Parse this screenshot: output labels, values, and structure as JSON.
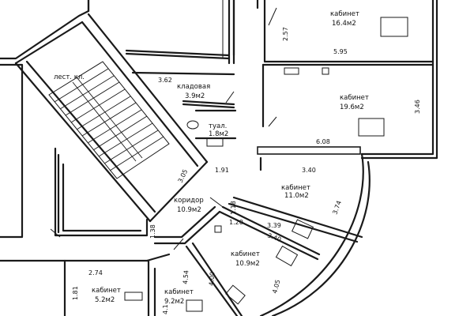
{
  "rooms": {
    "office_top": {
      "name": "кабинет",
      "area": "16.4м2"
    },
    "office_right": {
      "name": "кабинет",
      "area": "19.6м2"
    },
    "pantry": {
      "name": "кладовая",
      "area": "3.9м2"
    },
    "toilet": {
      "name": "туал.",
      "area": "1.8м2"
    },
    "stair": {
      "name": "лест. кл."
    },
    "office_mid": {
      "name": "кабинет",
      "area": "11.0м2"
    },
    "corridor": {
      "name": "коридор",
      "area": "10.9м2"
    },
    "office_lower": {
      "name": "кабинет",
      "area": "10.9м2"
    },
    "office_left": {
      "name": "кабинет",
      "area": "5.2м2"
    },
    "office_bottom": {
      "name": "кабинет",
      "area": "9.2м2"
    }
  },
  "dimensions": {
    "d257": "2.57",
    "d595": "5.95",
    "d362": "3.62",
    "d346": "3.46",
    "d608": "6.08",
    "d305": "3.05",
    "d191": "1.91",
    "d340a": "3.40",
    "d374": "3.74",
    "d118": "1.18",
    "d120": "1.20",
    "d339": "3.39",
    "d340b": "3.40",
    "d138": "1.38",
    "d274": "2.74",
    "d181": "1.81",
    "d454": "4.54",
    "d400": "4.00",
    "d405": "4.05",
    "d41": "4.1"
  }
}
